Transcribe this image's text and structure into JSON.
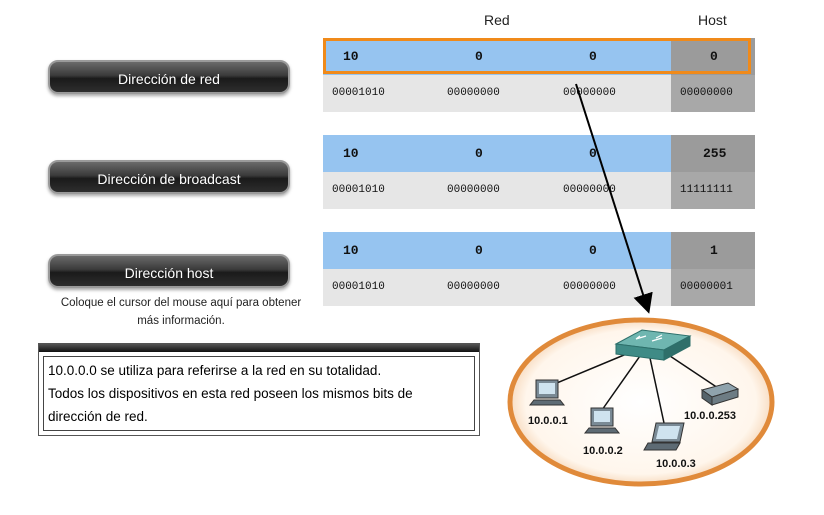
{
  "headers": {
    "red": "Red",
    "host": "Host"
  },
  "buttons": {
    "network": "Dirección de red",
    "broadcast": "Dirección de broadcast",
    "host": "Dirección host"
  },
  "hint": "Coloque el cursor del mouse aquí para obtener más información.",
  "tables": {
    "network": {
      "dec": [
        "10",
        "0",
        "0",
        "0"
      ],
      "bin": [
        "00001010",
        "00000000",
        "00000000",
        "00000000"
      ]
    },
    "broadcast": {
      "dec": [
        "10",
        "0",
        "0",
        "255"
      ],
      "bin": [
        "00001010",
        "00000000",
        "00000000",
        "11111111"
      ]
    },
    "host": {
      "dec": [
        "10",
        "0",
        "0",
        "1"
      ],
      "bin": [
        "00001010",
        "00000000",
        "00000000",
        "00000001"
      ]
    }
  },
  "info": {
    "line1": "10.0.0.0 se utiliza para referirse a la red en su totalidad.",
    "line2": "Todos los dispositivos en esta red poseen los mismos bits de",
    "line3": "dirección de red."
  },
  "diagram": {
    "pc1": "10.0.0.1",
    "pc2": "10.0.0.2",
    "laptop": "10.0.0.3",
    "printer": "10.0.0.253"
  },
  "colors": {
    "highlight": "#f08a1a",
    "network_bits": "#96c4f0",
    "host_bits": "#9b9b9b"
  }
}
